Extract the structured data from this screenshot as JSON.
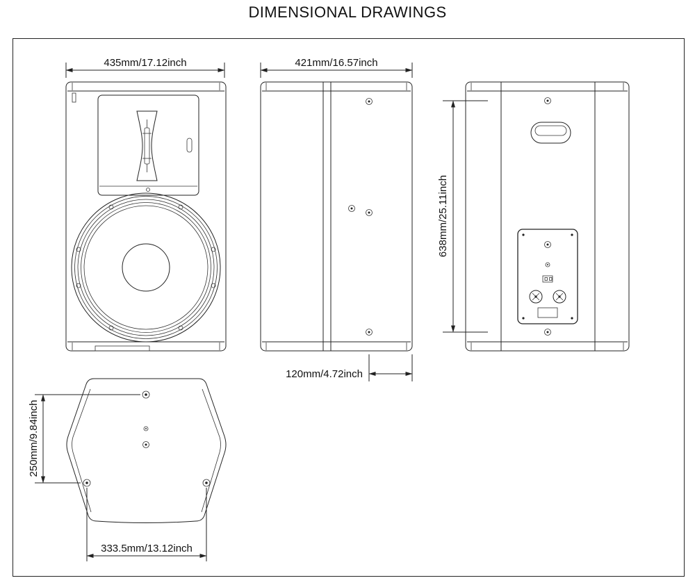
{
  "title": "DIMENSIONAL DRAWINGS",
  "colors": {
    "line": "#222222",
    "background": "#ffffff"
  },
  "views": {
    "front": {
      "width_label": "435mm/17.12inch"
    },
    "side": {
      "width_label": "421mm/16.57inch",
      "bottom_depth_label": "120mm/4.72inch"
    },
    "rear": {
      "height_label": "638mm/25.11inch"
    },
    "bottom": {
      "depth_label": "250mm/9.84inch",
      "width_label": "333.5mm/13.12inch"
    }
  }
}
